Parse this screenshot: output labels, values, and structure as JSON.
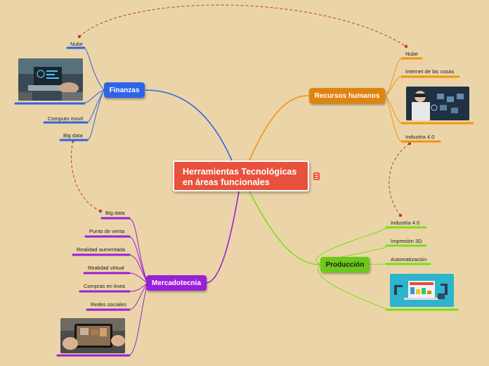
{
  "central": {
    "line1": "Herramientas Tecnológicas",
    "line2": "en áreas funcionales"
  },
  "finanzas": {
    "label": "Finanzas",
    "color": "#2f64e8",
    "items": [
      "Nube",
      "Computo movil",
      "Big data"
    ]
  },
  "recursos": {
    "label": "Recursos humanos",
    "color": "#f0950f",
    "items": [
      "Nube",
      "Internet de las cosas",
      "Industria 4.0"
    ]
  },
  "mercadotecnia": {
    "label": "Mercadotecnia",
    "color": "#9a1fd8",
    "items": [
      "Big data",
      "Punto de venta",
      "Realidad aumentada",
      "Realidad virtual",
      "Compras en linea",
      "Redes sociales"
    ]
  },
  "produccion": {
    "label": "Producción",
    "color": "#76e01a",
    "items": [
      "Industria 4.0",
      "Impresión 3D",
      "Automatización"
    ]
  },
  "colors": {
    "background": "#ebd5a8",
    "central": "#e8513c",
    "relationship": "#c0392b"
  }
}
